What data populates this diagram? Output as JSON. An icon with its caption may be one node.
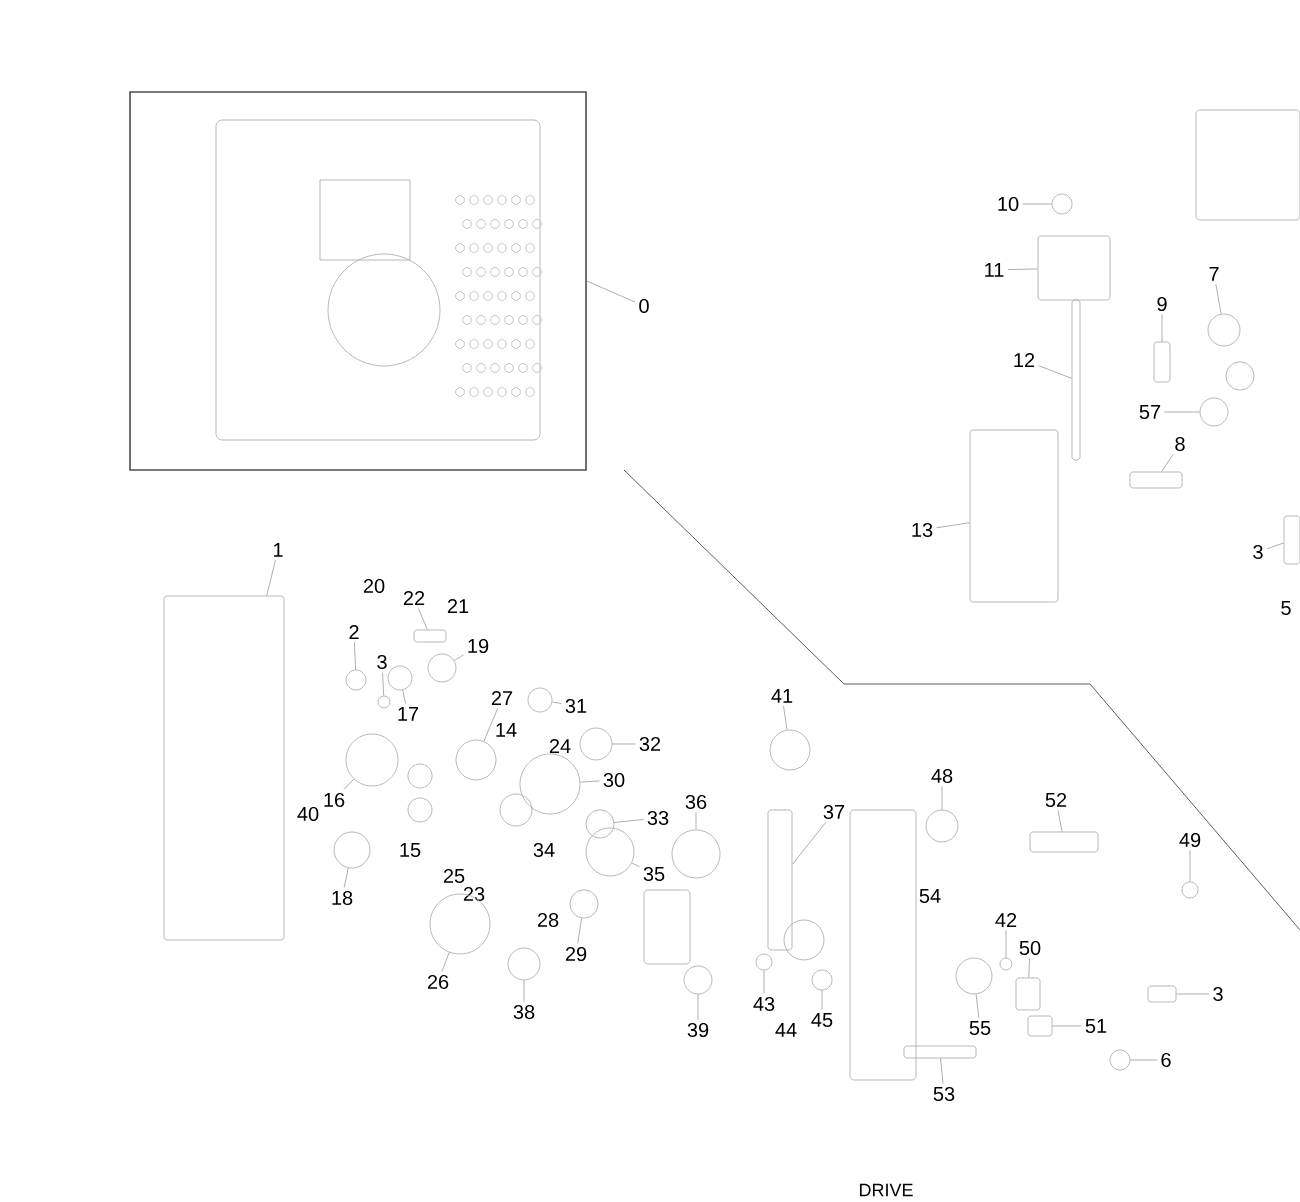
{
  "diagram": {
    "caption": "DRIVE",
    "nodes": [
      {
        "text": [],
        "shape": "picture"
      },
      {
        "text": [
          "0"
        ]
      },
      {
        "text": [
          "10"
        ]
      },
      {
        "text": [
          "11"
        ]
      },
      {
        "text": [
          "7"
        ]
      },
      {
        "text": [
          "9"
        ]
      },
      {
        "text": [
          "12"
        ]
      },
      {
        "text": [
          "57"
        ]
      },
      {
        "text": [
          "8"
        ]
      },
      {
        "text": [
          "13"
        ]
      },
      {
        "text": [
          "3"
        ]
      },
      {
        "text": [
          "5"
        ]
      },
      {
        "text": [
          "1"
        ]
      },
      {
        "text": [
          "20"
        ]
      },
      {
        "text": [
          "22"
        ]
      },
      {
        "text": [
          "21"
        ]
      },
      {
        "text": [
          "2"
        ]
      },
      {
        "text": [
          "19"
        ]
      },
      {
        "text": [
          "3"
        ]
      },
      {
        "text": [
          "17"
        ]
      },
      {
        "text": [
          "27"
        ]
      },
      {
        "text": [
          "14"
        ]
      },
      {
        "text": [
          "31"
        ]
      },
      {
        "text": [
          "24"
        ]
      },
      {
        "text": [
          "32"
        ]
      },
      {
        "text": [
          "30"
        ]
      },
      {
        "text": [
          "16"
        ]
      },
      {
        "text": [
          "40"
        ]
      },
      {
        "text": [
          "33"
        ]
      },
      {
        "text": [
          "36"
        ]
      },
      {
        "text": [
          "15"
        ]
      },
      {
        "text": [
          "34"
        ]
      },
      {
        "text": [
          "35"
        ]
      },
      {
        "text": [
          "25"
        ]
      },
      {
        "text": [
          "23"
        ]
      },
      {
        "text": [
          "18"
        ]
      },
      {
        "text": [
          "28"
        ]
      },
      {
        "text": [
          "29"
        ]
      },
      {
        "text": [
          "26"
        ]
      },
      {
        "text": [
          "38"
        ]
      },
      {
        "text": [
          "39"
        ]
      },
      {
        "text": [
          "41"
        ]
      },
      {
        "text": [
          "37"
        ]
      },
      {
        "text": [
          "48"
        ]
      },
      {
        "text": [
          "52"
        ]
      },
      {
        "text": [
          "49"
        ]
      },
      {
        "text": [
          "54"
        ]
      },
      {
        "text": [
          "42"
        ]
      },
      {
        "text": [
          "50"
        ]
      },
      {
        "text": [
          "3"
        ]
      },
      {
        "text": [
          "43"
        ]
      },
      {
        "text": [
          "44"
        ]
      },
      {
        "text": [
          "45"
        ]
      },
      {
        "text": [
          "55"
        ]
      },
      {
        "text": [
          "51"
        ]
      },
      {
        "text": [
          "6"
        ]
      },
      {
        "text": [
          "53"
        ]
      },
      {
        "text": [],
        "shape": "circle"
      },
      {
        "text": [],
        "shape": "box"
      },
      {
        "text": [],
        "shape": "circle"
      },
      {
        "text": [],
        "shape": "box"
      },
      {
        "text": [],
        "shape": "box"
      },
      {
        "text": [],
        "shape": "circle"
      },
      {
        "text": [],
        "shape": "box"
      },
      {
        "text": [],
        "shape": "box"
      },
      {
        "text": [],
        "shape": "box"
      },
      {
        "text": [],
        "shape": "box"
      },
      {
        "text": [],
        "shape": "box"
      },
      {
        "text": [],
        "shape": "circle"
      },
      {
        "text": [],
        "shape": "circle"
      },
      {
        "text": [],
        "shape": "circle"
      },
      {
        "text": [],
        "shape": "circle"
      },
      {
        "text": [],
        "shape": "circle"
      },
      {
        "text": [],
        "shape": "circle"
      },
      {
        "text": [],
        "shape": "circle"
      },
      {
        "text": [],
        "shape": "circle"
      },
      {
        "text": [],
        "shape": "circle"
      },
      {
        "text": [],
        "shape": "circle"
      },
      {
        "text": [],
        "shape": "circle"
      },
      {
        "text": [],
        "shape": "circle"
      },
      {
        "text": [],
        "shape": "circle"
      },
      {
        "text": [],
        "shape": "circle"
      },
      {
        "text": [],
        "shape": "circle"
      },
      {
        "text": [],
        "shape": "circle"
      },
      {
        "text": [],
        "shape": "circle"
      },
      {
        "text": [],
        "shape": "circle"
      },
      {
        "text": [],
        "shape": "box"
      },
      {
        "text": [],
        "shape": "circle"
      },
      {
        "text": [],
        "shape": "box"
      },
      {
        "text": [],
        "shape": "circle"
      },
      {
        "text": [],
        "shape": "circle"
      },
      {
        "text": [],
        "shape": "box"
      },
      {
        "text": [],
        "shape": "box"
      },
      {
        "text": [],
        "shape": "circle"
      },
      {
        "text": [],
        "shape": "circle"
      },
      {
        "text": [],
        "shape": "circle"
      },
      {
        "text": [],
        "shape": "box"
      },
      {
        "text": [],
        "shape": "circle"
      },
      {
        "text": [],
        "shape": "box"
      }
    ],
    "edges": [
      {
        "from": 1,
        "to": 0,
        "arrow": "none"
      },
      {
        "from": 2,
        "to": 57,
        "arrow": "none"
      },
      {
        "from": 3,
        "to": 58,
        "arrow": "none"
      },
      {
        "from": 4,
        "to": 59,
        "arrow": "none"
      },
      {
        "from": 5,
        "to": 60,
        "arrow": "none"
      },
      {
        "from": 6,
        "to": 61,
        "arrow": "none"
      },
      {
        "from": 7,
        "to": 62,
        "arrow": "none"
      },
      {
        "from": 8,
        "to": 63,
        "arrow": "none"
      },
      {
        "from": 9,
        "to": 64,
        "arrow": "none"
      },
      {
        "from": 10,
        "to": 65,
        "arrow": "none"
      },
      {
        "from": 12,
        "to": 66,
        "arrow": "none"
      },
      {
        "from": 14,
        "to": 67,
        "arrow": "none"
      },
      {
        "from": 16,
        "to": 68,
        "arrow": "none"
      },
      {
        "from": 17,
        "to": 69,
        "arrow": "none"
      },
      {
        "from": 18,
        "to": 70,
        "arrow": "none"
      },
      {
        "from": 19,
        "to": 71,
        "arrow": "none"
      },
      {
        "from": 20,
        "to": 72,
        "arrow": "none"
      },
      {
        "from": 22,
        "to": 73,
        "arrow": "none"
      },
      {
        "from": 24,
        "to": 74,
        "arrow": "none"
      },
      {
        "from": 25,
        "to": 75,
        "arrow": "none"
      },
      {
        "from": 26,
        "to": 76,
        "arrow": "none"
      },
      {
        "from": 28,
        "to": 77,
        "arrow": "none"
      },
      {
        "from": 29,
        "to": 78,
        "arrow": "none"
      },
      {
        "from": 32,
        "to": 79,
        "arrow": "none"
      },
      {
        "from": 35,
        "to": 80,
        "arrow": "none"
      },
      {
        "from": 37,
        "to": 81,
        "arrow": "none"
      },
      {
        "from": 38,
        "to": 82,
        "arrow": "none"
      },
      {
        "from": 39,
        "to": 83,
        "arrow": "none"
      },
      {
        "from": 40,
        "to": 84,
        "arrow": "none"
      },
      {
        "from": 41,
        "to": 85,
        "arrow": "none"
      },
      {
        "from": 42,
        "to": 86,
        "arrow": "none"
      },
      {
        "from": 43,
        "to": 87,
        "arrow": "none"
      },
      {
        "from": 44,
        "to": 88,
        "arrow": "none"
      },
      {
        "from": 45,
        "to": 89,
        "arrow": "none"
      },
      {
        "from": 47,
        "to": 90,
        "arrow": "none"
      },
      {
        "from": 48,
        "to": 91,
        "arrow": "none"
      },
      {
        "from": 49,
        "to": 92,
        "arrow": "none"
      },
      {
        "from": 50,
        "to": 93,
        "arrow": "none"
      },
      {
        "from": 52,
        "to": 94,
        "arrow": "none"
      },
      {
        "from": 53,
        "to": 95,
        "arrow": "none"
      },
      {
        "from": 54,
        "to": 96,
        "arrow": "none"
      },
      {
        "from": 55,
        "to": 97,
        "arrow": "none"
      },
      {
        "from": 56,
        "to": 98,
        "arrow": "none"
      }
    ]
  }
}
